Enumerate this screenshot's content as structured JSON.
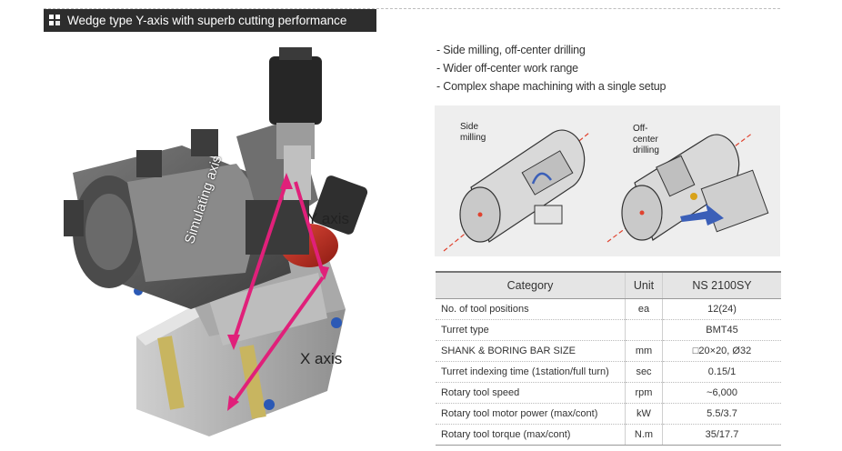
{
  "header": {
    "title": "Wedge type Y-axis with superb cutting performance"
  },
  "image_labels": {
    "y_axis": "Y axis",
    "x_axis": "X axis",
    "simulating": "Simulating axis"
  },
  "features": [
    "- Side milling, off-center drilling",
    "- Wider off-center work range",
    "- Complex shape machining with a single setup"
  ],
  "diagram": {
    "left_label_1": "Side",
    "left_label_2": "milling",
    "right_label_1": "Off-",
    "right_label_2": "center",
    "right_label_3": "drilling"
  },
  "table": {
    "headers": [
      "Category",
      "Unit",
      "NS 2100SY"
    ],
    "rows": [
      {
        "category": "No. of tool positions",
        "unit": "ea",
        "value": "12(24)"
      },
      {
        "category": "Turret type",
        "unit": "",
        "value": "BMT45"
      },
      {
        "category": "SHANK & BORING BAR SIZE",
        "unit": "mm",
        "value": "□20×20, Ø32"
      },
      {
        "category": "Turret indexing time (1station/full turn)",
        "unit": "sec",
        "value": "0.15/1"
      },
      {
        "category": "Rotary tool speed",
        "unit": "rpm",
        "value": "~6,000"
      },
      {
        "category": "Rotary tool motor power (max/cont)",
        "unit": "kW",
        "value": "5.5/3.7"
      },
      {
        "category": "Rotary tool torque (max/cont)",
        "unit": "N.m",
        "value": "35/17.7"
      }
    ]
  },
  "colors": {
    "axis_arrow": "#e0207a",
    "title_bg": "#2d2d2d",
    "table_header_bg": "#e5e5e5"
  }
}
